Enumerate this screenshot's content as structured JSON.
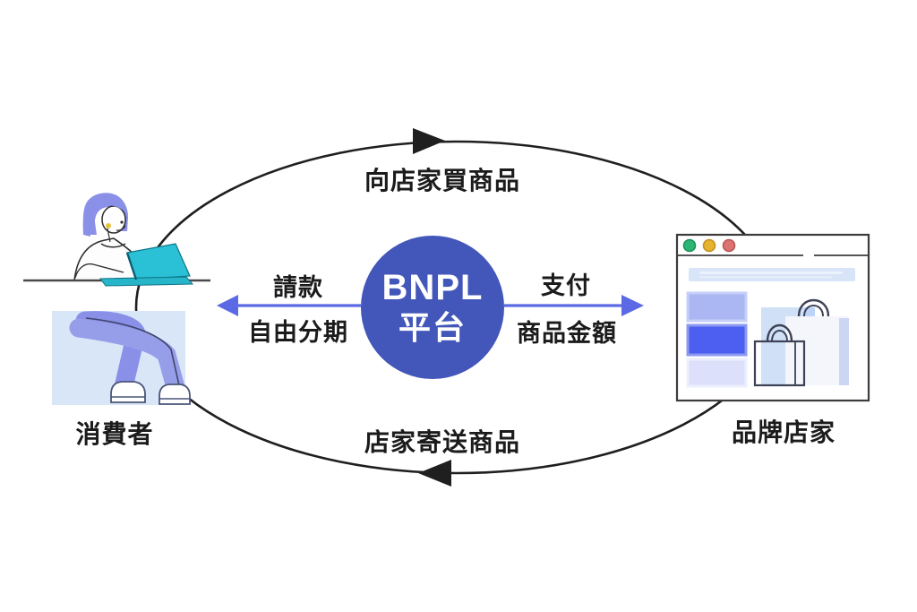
{
  "platform": {
    "name_line1": "BNPL",
    "name_line2": "平台"
  },
  "flows": {
    "top_label": "向店家買商品",
    "bottom_label": "店家寄送商品",
    "left_label_line1": "請款",
    "left_label_line2": "自由分期",
    "right_label_line1": "支付",
    "right_label_line2": "商品金額"
  },
  "entities": {
    "consumer_label": "消費者",
    "merchant_label": "品牌店家"
  },
  "colors": {
    "platform_circle": "#4356b9",
    "flow_arrow_blue": "#5b6ae4",
    "loop_stroke": "#1f1f1f",
    "label_text": "#1b1b1b",
    "figure_periwinkle": "#8a90e8",
    "laptop_teal": "#2ac0d5",
    "seat_light_blue": "#d9e6f8",
    "browser_banner": "#d8e4f8",
    "card_light": "#aab7f2",
    "card_active": "#4d5ff0",
    "card_faint": "#dce0fa",
    "bag_backdrop_blue": "#cfe0f7",
    "browser_dot_green": "#2bb673",
    "browser_dot_yellow": "#e6b32e",
    "browser_dot_red": "#dd7272"
  }
}
